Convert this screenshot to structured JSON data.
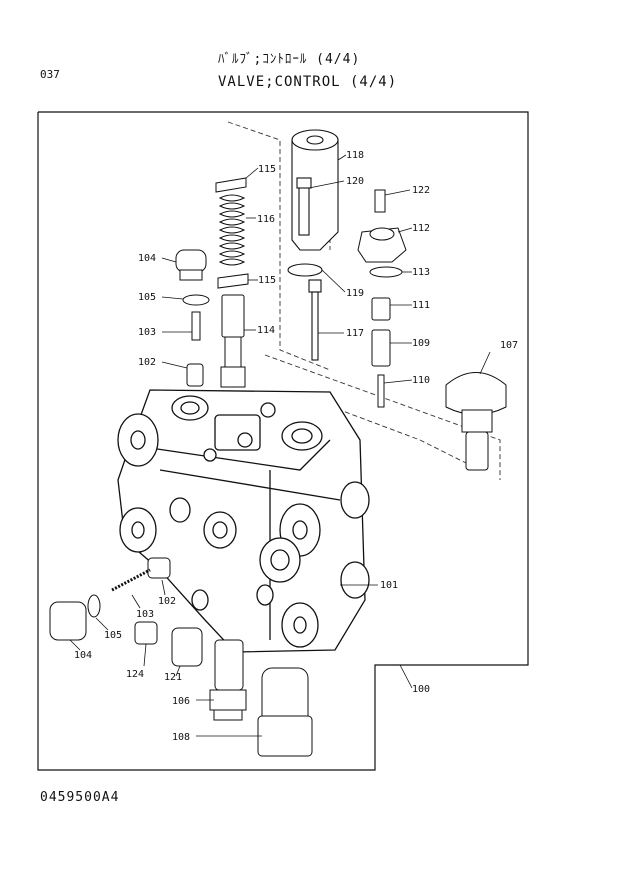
{
  "header": {
    "page_number": "037",
    "title_jp": "ﾊﾞﾙﾌﾞ;ｺﾝﾄﾛｰﾙ (4/4)",
    "title_en": "VALVE;CONTROL (4/4)"
  },
  "footer": {
    "document_code": "0459500A4"
  },
  "diagram": {
    "part_labels": [
      "115",
      "116",
      "118",
      "120",
      "122",
      "112",
      "104",
      "115",
      "105",
      "113",
      "119",
      "111",
      "103",
      "114",
      "117",
      "109",
      "107",
      "102",
      "110",
      "101",
      "102",
      "103",
      "105",
      "104",
      "124",
      "121",
      "106",
      "108",
      "100"
    ]
  }
}
